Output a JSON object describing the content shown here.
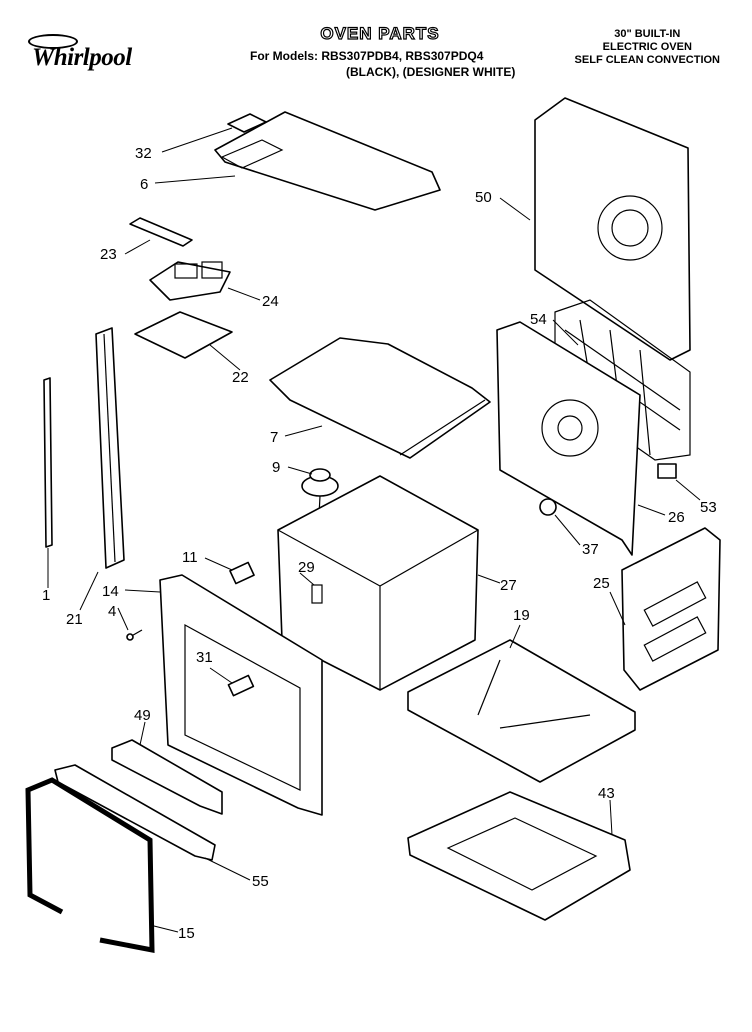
{
  "brand": "Whirlpool",
  "header": {
    "title": "OVEN PARTS",
    "models_line": "For Models: RBS307PDB4, RBS307PDQ4",
    "colors_line": "(BLACK), (DESIGNER WHITE)"
  },
  "spec": {
    "line1": "30\" BUILT-IN",
    "line2": "ELECTRIC OVEN",
    "line3": "SELF CLEAN CONVECTION"
  },
  "callouts": [
    "32",
    "6",
    "50",
    "23",
    "24",
    "54",
    "22",
    "7",
    "9",
    "53",
    "26",
    "37",
    "11",
    "29",
    "27",
    "14",
    "4",
    "21",
    "1",
    "25",
    "19",
    "31",
    "49",
    "43",
    "55",
    "15"
  ]
}
